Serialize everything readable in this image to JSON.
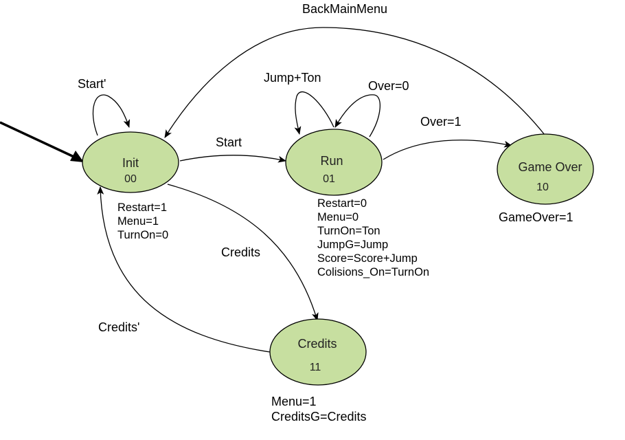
{
  "colors": {
    "state_fill": "#c7dfa0",
    "stroke": "#000000"
  },
  "states": {
    "init": {
      "name": "Init",
      "code": "00"
    },
    "run": {
      "name": "Run",
      "code": "01"
    },
    "gameover": {
      "name": "Game Over",
      "code": "10"
    },
    "credits": {
      "name": "Credits",
      "code": "11"
    }
  },
  "transitions": {
    "init_self": "Start'",
    "init_to_run": "Start",
    "run_self_jump": "Jump+Ton",
    "run_self_over": "Over=0",
    "run_to_gameover": "Over=1",
    "gameover_to_init": "BackMainMenu",
    "init_to_credits": "Credits",
    "credits_to_init": "Credits'"
  },
  "outputs": {
    "init": [
      "Restart=1",
      "Menu=1",
      "TurnOn=0"
    ],
    "run": [
      "Restart=0",
      "Menu=0",
      "TurnOn=Ton",
      "JumpG=Jump",
      "Score=Score+Jump",
      "Colisions_On=TurnOn"
    ],
    "gameover": [
      "GameOver=1"
    ],
    "credits": [
      "Menu=1",
      "CreditsG=Credits"
    ]
  }
}
